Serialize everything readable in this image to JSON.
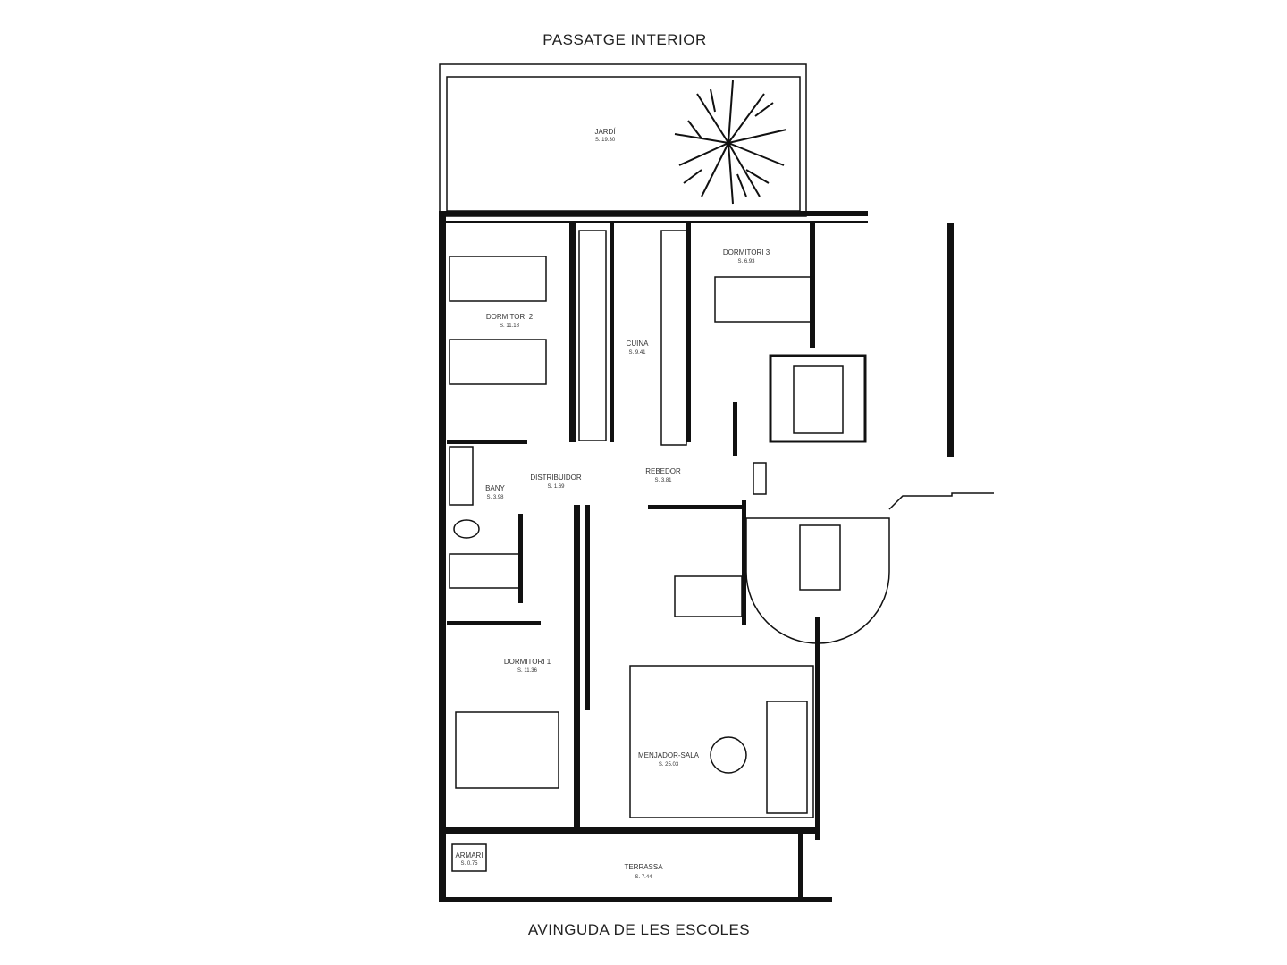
{
  "streets": {
    "top": "PASSATGE INTERIOR",
    "bottom": "AVINGUDA DE LES ESCOLES"
  },
  "rooms": [
    {
      "name": "JARDÍ",
      "area": "S. 19.30"
    },
    {
      "name": "DORMITORI 2",
      "area": "S. 11.18"
    },
    {
      "name": "CUINA",
      "area": "S. 9.41"
    },
    {
      "name": "DORMITORI 3",
      "area": "S. 6.93"
    },
    {
      "name": "DISTRIBUIDOR",
      "area": "S. 1.69"
    },
    {
      "name": "REBEDOR",
      "area": "S. 3.81"
    },
    {
      "name": "BANY",
      "area": "S. 3.98"
    },
    {
      "name": "DORMITORI 1",
      "area": "S. 11.36"
    },
    {
      "name": "MENJADOR-SALA",
      "area": "S. 25.03"
    },
    {
      "name": "ARMARI",
      "area": "S. 0.75"
    },
    {
      "name": "TERRASSA",
      "area": "S. 7.44"
    }
  ]
}
